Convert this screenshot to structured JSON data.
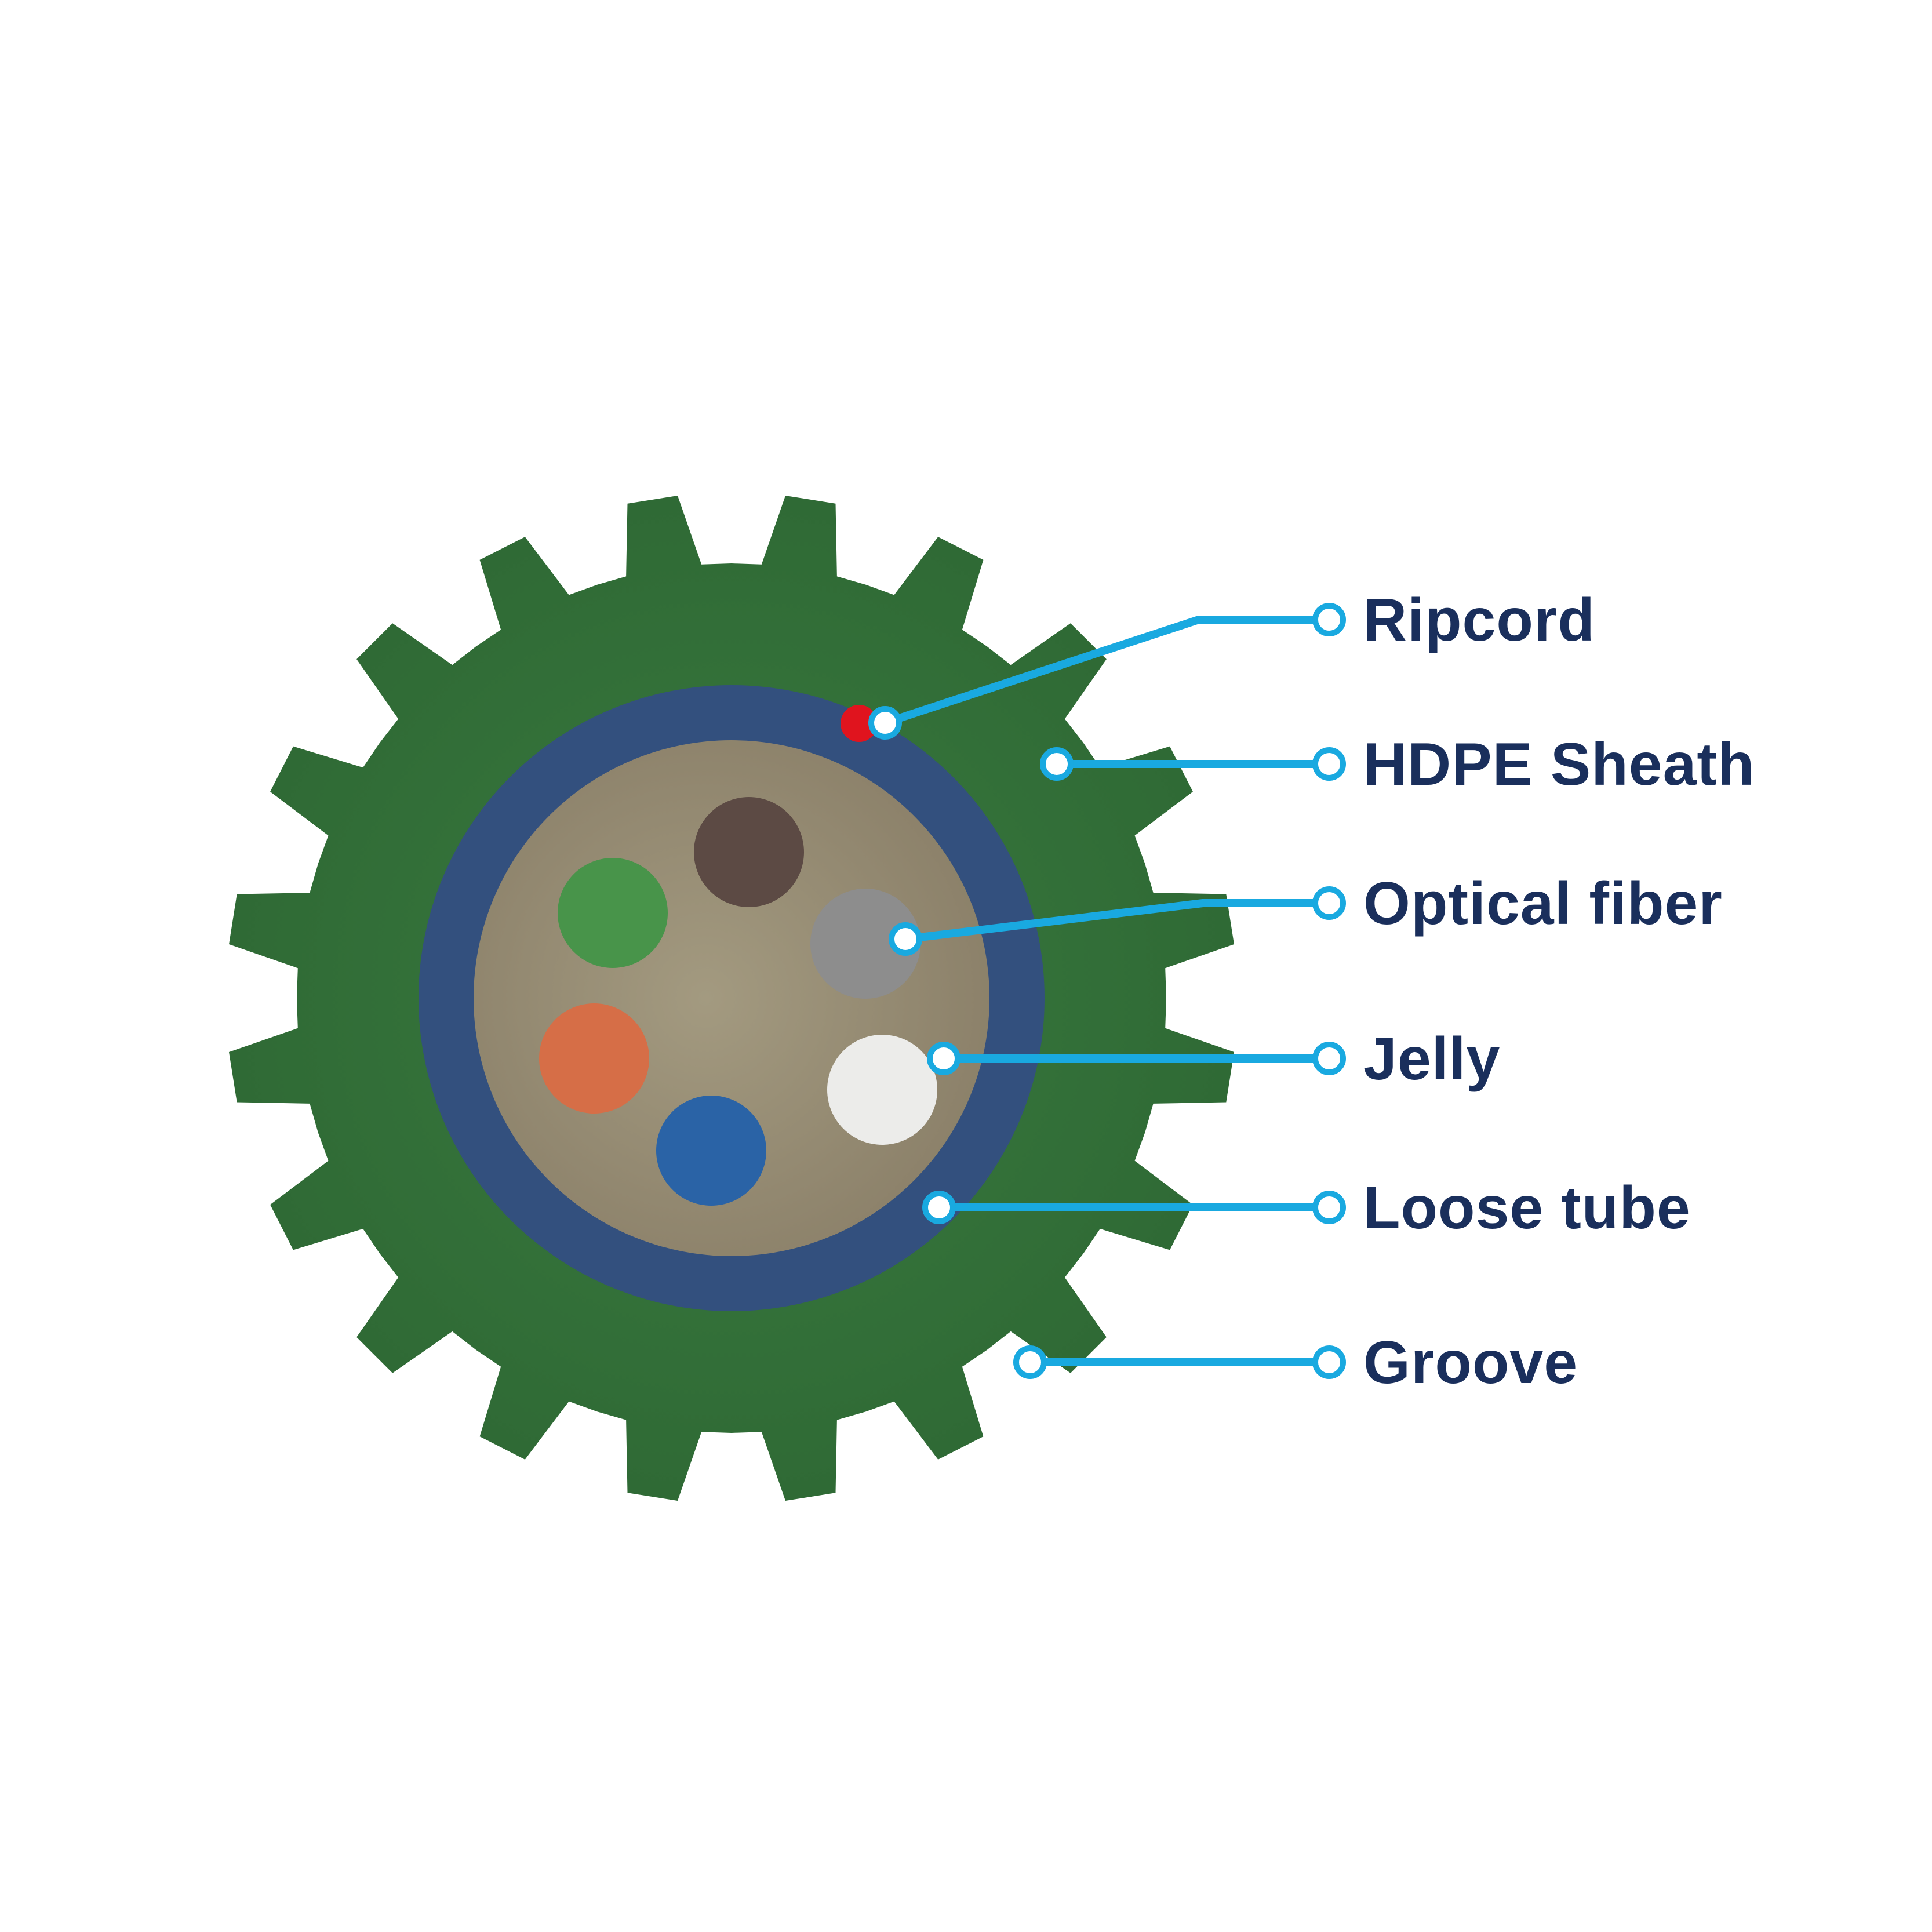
{
  "colors": {
    "background": "#ffffff",
    "sheath": "#3a7a3f",
    "sheath_dark": "#2f6a35",
    "loose_tube": "#33507e",
    "jelly": "#8a7f68",
    "jelly_light": "#a39a80",
    "ripcord": "#e0141e",
    "leader": "#19a9e0",
    "label_text": "#1a2f5c"
  },
  "fibers": [
    {
      "name": "brown",
      "color": "#5c4a44"
    },
    {
      "name": "green",
      "color": "#48944a"
    },
    {
      "name": "gray",
      "color": "#8d8d8d"
    },
    {
      "name": "orange",
      "color": "#d66e47"
    },
    {
      "name": "white",
      "color": "#ececea"
    },
    {
      "name": "blue",
      "color": "#2a63a6"
    }
  ],
  "labels": [
    {
      "id": "ripcord",
      "text": "Ripcord"
    },
    {
      "id": "hdpe-sheath",
      "text": "HDPE Sheath"
    },
    {
      "id": "optical-fiber",
      "text": "Optical fiber"
    },
    {
      "id": "jelly",
      "text": "Jelly"
    },
    {
      "id": "loose-tube",
      "text": "Loose tube"
    },
    {
      "id": "groove",
      "text": "Groove"
    }
  ]
}
